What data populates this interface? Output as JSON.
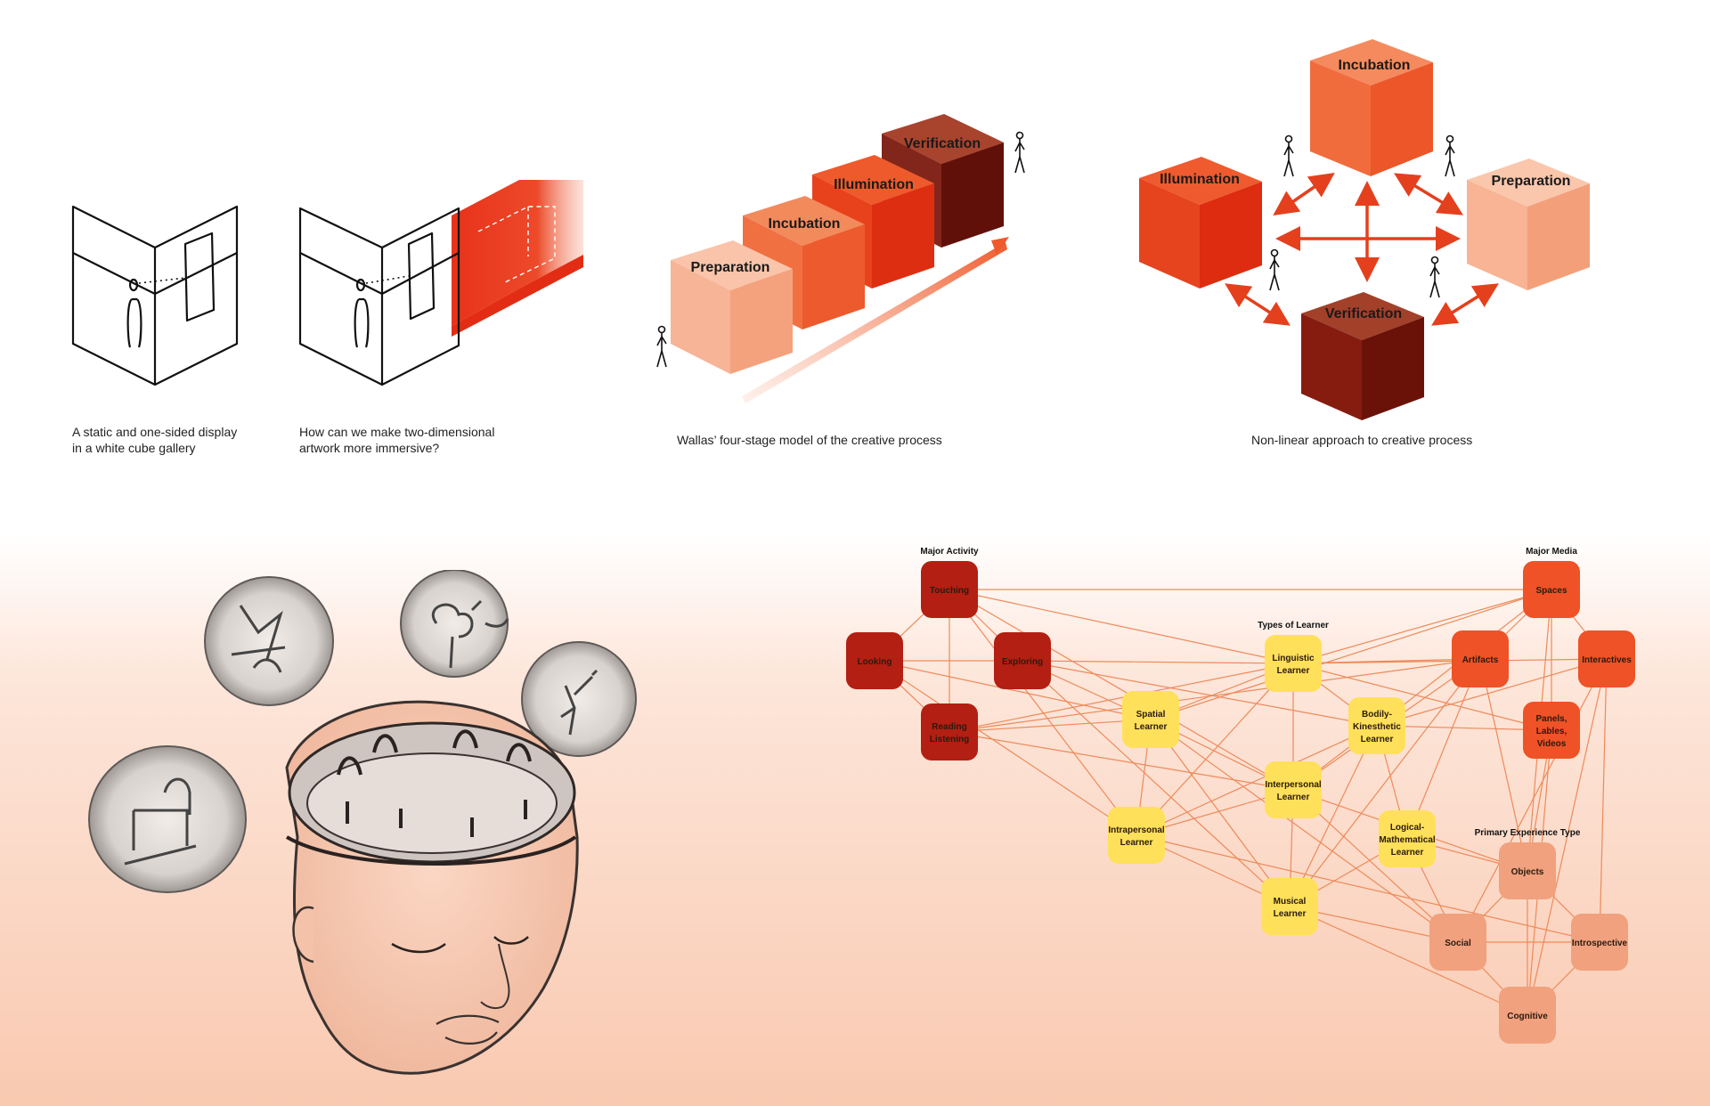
{
  "captions": {
    "gallery_static": [
      "A static and one-sided display",
      "in a white cube gallery"
    ],
    "gallery_immersive": [
      "How can we make two-dimensional",
      "artwork more immersive?"
    ],
    "wallas": "Wallas’ four-stage model of the creative process",
    "nonlinear": "Non-linear approach to creative process"
  },
  "wallas_stages": [
    "Preparation",
    "Incubation",
    "Illumination",
    "Verification"
  ],
  "nonlinear_stages": {
    "top": "Incubation",
    "left": "Illumination",
    "right": "Preparation",
    "bottom": "Verification"
  },
  "network": {
    "headings": {
      "activity": "Major Activity",
      "learner": "Types of Learner",
      "media": "Major Media",
      "experience": "Primary Experience Type"
    },
    "nodes": [
      {
        "id": "touching",
        "lines": [
          "Touching"
        ],
        "group": "activity"
      },
      {
        "id": "looking",
        "lines": [
          "Looking"
        ],
        "group": "activity"
      },
      {
        "id": "exploring",
        "lines": [
          "Exploring"
        ],
        "group": "activity"
      },
      {
        "id": "reading",
        "lines": [
          "Reading",
          "Listening"
        ],
        "group": "activity"
      },
      {
        "id": "linguistic",
        "lines": [
          "Linguistic",
          "Learner"
        ],
        "group": "learner"
      },
      {
        "id": "spatial",
        "lines": [
          "Spatial",
          "Learner"
        ],
        "group": "learner"
      },
      {
        "id": "bodily",
        "lines": [
          "Bodily-",
          "Kinesthetic",
          "Learner"
        ],
        "group": "learner"
      },
      {
        "id": "interpersonal",
        "lines": [
          "Interpersonal",
          "Learner"
        ],
        "group": "learner"
      },
      {
        "id": "intrapersonal",
        "lines": [
          "Intrapersonal",
          "Learner"
        ],
        "group": "learner"
      },
      {
        "id": "logical",
        "lines": [
          "Logical-",
          "Mathematical",
          "Learner"
        ],
        "group": "learner"
      },
      {
        "id": "musical",
        "lines": [
          "Musical",
          "Learner"
        ],
        "group": "learner"
      },
      {
        "id": "spaces",
        "lines": [
          "Spaces"
        ],
        "group": "media"
      },
      {
        "id": "artifacts",
        "lines": [
          "Artifacts"
        ],
        "group": "media"
      },
      {
        "id": "interactives",
        "lines": [
          "Interactives"
        ],
        "group": "media"
      },
      {
        "id": "panels",
        "lines": [
          "Panels,",
          "Lables,",
          "Videos"
        ],
        "group": "media"
      },
      {
        "id": "objects",
        "lines": [
          "Objects"
        ],
        "group": "experience"
      },
      {
        "id": "social",
        "lines": [
          "Social"
        ],
        "group": "experience"
      },
      {
        "id": "introspective",
        "lines": [
          "Introspective"
        ],
        "group": "experience"
      },
      {
        "id": "cognitive",
        "lines": [
          "Cognitive"
        ],
        "group": "experience"
      }
    ],
    "edges": [
      [
        "touching",
        "looking"
      ],
      [
        "touching",
        "exploring"
      ],
      [
        "touching",
        "reading"
      ],
      [
        "touching",
        "spaces"
      ],
      [
        "touching",
        "linguistic"
      ],
      [
        "touching",
        "intrapersonal"
      ],
      [
        "touching",
        "interpersonal"
      ],
      [
        "looking",
        "reading"
      ],
      [
        "looking",
        "exploring"
      ],
      [
        "looking",
        "spatial"
      ],
      [
        "looking",
        "intrapersonal"
      ],
      [
        "exploring",
        "linguistic"
      ],
      [
        "exploring",
        "spatial"
      ],
      [
        "exploring",
        "bodily"
      ],
      [
        "exploring",
        "musical"
      ],
      [
        "reading",
        "spatial"
      ],
      [
        "reading",
        "linguistic"
      ],
      [
        "reading",
        "interpersonal"
      ],
      [
        "reading",
        "artifacts"
      ],
      [
        "spaces",
        "linguistic"
      ],
      [
        "spaces",
        "spatial"
      ],
      [
        "spaces",
        "artifacts"
      ],
      [
        "spaces",
        "interactives"
      ],
      [
        "spaces",
        "bodily"
      ],
      [
        "spaces",
        "objects"
      ],
      [
        "spaces",
        "panels"
      ],
      [
        "artifacts",
        "linguistic"
      ],
      [
        "artifacts",
        "interpersonal"
      ],
      [
        "artifacts",
        "logical"
      ],
      [
        "artifacts",
        "musical"
      ],
      [
        "artifacts",
        "objects"
      ],
      [
        "interactives",
        "linguistic"
      ],
      [
        "interactives",
        "bodily"
      ],
      [
        "interactives",
        "social"
      ],
      [
        "interactives",
        "introspective"
      ],
      [
        "interactives",
        "cognitive"
      ],
      [
        "panels",
        "bodily"
      ],
      [
        "panels",
        "objects"
      ],
      [
        "panels",
        "cognitive"
      ],
      [
        "panels",
        "linguistic"
      ],
      [
        "linguistic",
        "spatial"
      ],
      [
        "linguistic",
        "bodily"
      ],
      [
        "linguistic",
        "interpersonal"
      ],
      [
        "linguistic",
        "intrapersonal"
      ],
      [
        "spatial",
        "intrapersonal"
      ],
      [
        "spatial",
        "interpersonal"
      ],
      [
        "spatial",
        "musical"
      ],
      [
        "spatial",
        "social"
      ],
      [
        "bodily",
        "interpersonal"
      ],
      [
        "bodily",
        "musical"
      ],
      [
        "bodily",
        "intrapersonal"
      ],
      [
        "bodily",
        "logical"
      ],
      [
        "interpersonal",
        "intrapersonal"
      ],
      [
        "interpersonal",
        "musical"
      ],
      [
        "interpersonal",
        "objects"
      ],
      [
        "interpersonal",
        "social"
      ],
      [
        "intrapersonal",
        "musical"
      ],
      [
        "intrapersonal",
        "introspective"
      ],
      [
        "logical",
        "musical"
      ],
      [
        "logical",
        "social"
      ],
      [
        "logical",
        "objects"
      ],
      [
        "musical",
        "social"
      ],
      [
        "musical",
        "cognitive"
      ],
      [
        "objects",
        "social"
      ],
      [
        "objects",
        "introspective"
      ],
      [
        "objects",
        "cognitive"
      ],
      [
        "social",
        "cognitive"
      ],
      [
        "introspective",
        "cognitive"
      ],
      [
        "social",
        "introspective"
      ]
    ]
  },
  "colors": {
    "activity": "#b31f12",
    "learner": "#ffe05a",
    "media": "#ee5226",
    "experience": "#f1a17e",
    "edge": "#ee8a5a",
    "arrow": "#e4401d"
  }
}
